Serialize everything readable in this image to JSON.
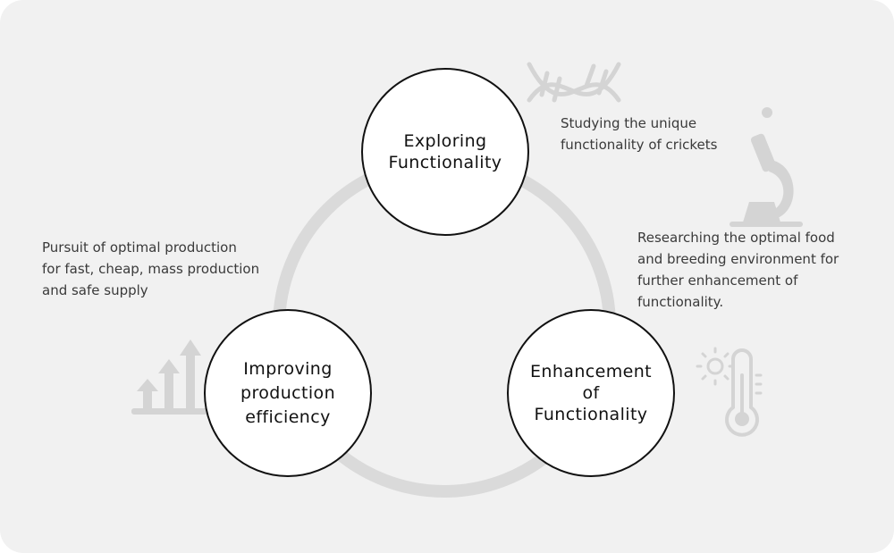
{
  "colors": {
    "panel_background": "#f1f1f1",
    "ring": "#dadada",
    "node_fill": "#ffffff",
    "node_border": "#111111",
    "icon": "#d4d4d4",
    "text": "#111111",
    "caption_text": "#3a3a3a"
  },
  "nodes": {
    "exploring": {
      "label": "Exploring\nFunctionality"
    },
    "enhancement": {
      "label": "Enhancement\nof\nFunctionality"
    },
    "improving": {
      "label": "Improving\nproduction\nefficiency"
    }
  },
  "captions": {
    "exploring": "Studying the unique\nfunctionality of crickets",
    "enhancement": "Researching the optimal food\nand breeding environment for\nfurther enhancement of\nfunctionality.",
    "improving": "Pursuit of optimal production\nfor fast, cheap, mass production\nand safe supply"
  },
  "icons": {
    "exploring": [
      "dna-icon",
      "microscope-icon"
    ],
    "enhancement": [
      "sun-icon",
      "thermometer-icon"
    ],
    "improving": [
      "growth-arrows-icon"
    ]
  }
}
